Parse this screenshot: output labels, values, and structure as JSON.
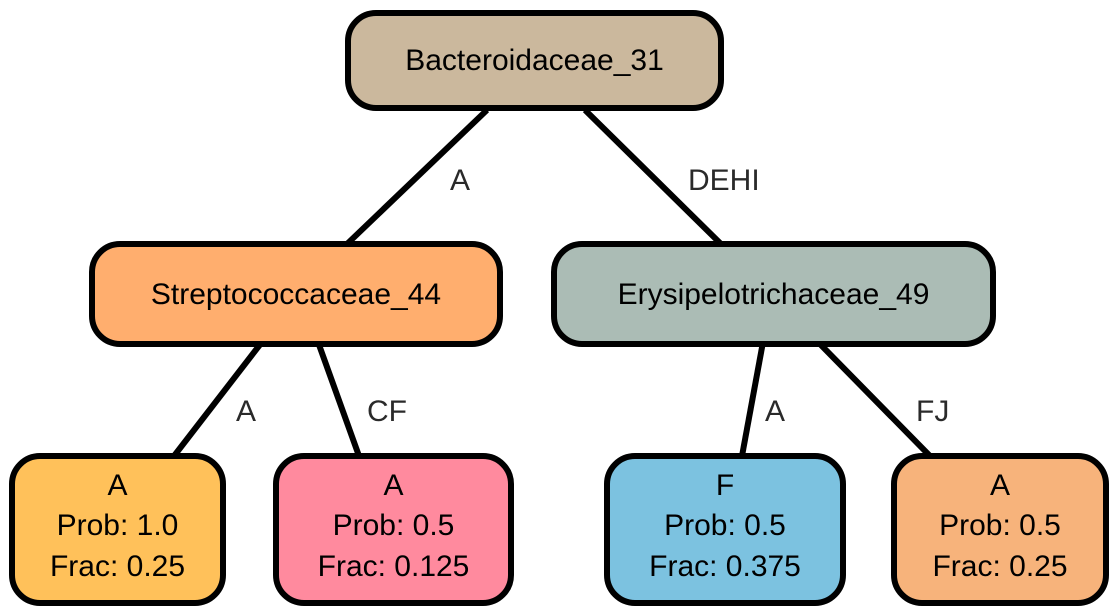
{
  "tree": {
    "root": {
      "label": "Bacteroidaceae_31",
      "color": "#cbb89d"
    },
    "internal": [
      {
        "label": "Streptococcaceae_44",
        "color": "#ffae6e"
      },
      {
        "label": "Erysipelotrichaceae_49",
        "color": "#abbcb5"
      }
    ],
    "leaves": [
      {
        "title": "A",
        "prob": "Prob: 1.0",
        "frac": "Frac: 0.25",
        "color": "#ffc15a"
      },
      {
        "title": "A",
        "prob": "Prob: 0.5",
        "frac": "Frac: 0.125",
        "color": "#ff8a9e"
      },
      {
        "title": "F",
        "prob": "Prob: 0.5",
        "frac": "Frac: 0.375",
        "color": "#7cc2e0"
      },
      {
        "title": "A",
        "prob": "Prob: 0.5",
        "frac": "Frac: 0.25",
        "color": "#f7b37b"
      }
    ],
    "edges": [
      {
        "label": "A"
      },
      {
        "label": "DEHI"
      },
      {
        "label": "A"
      },
      {
        "label": "CF"
      },
      {
        "label": "A"
      },
      {
        "label": "FJ"
      }
    ]
  }
}
